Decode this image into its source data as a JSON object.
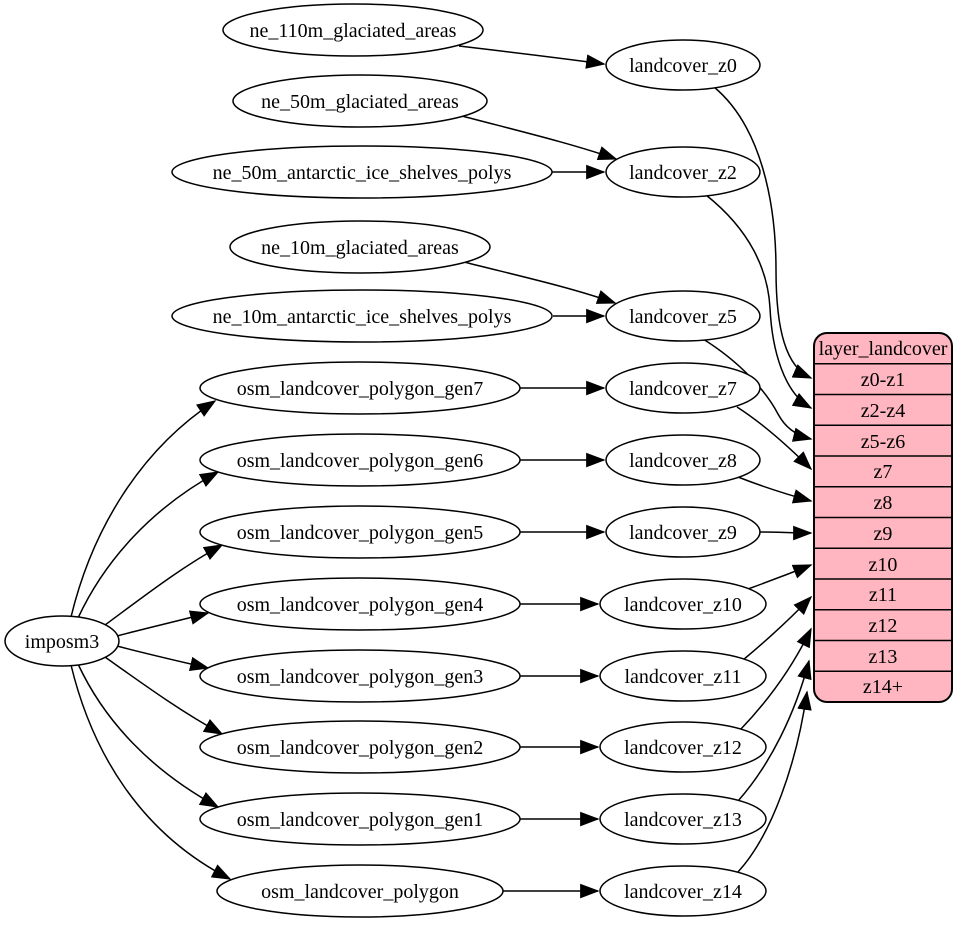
{
  "colors": {
    "background": "#ffffff",
    "node_fill": "#ffffff",
    "node_border": "#000000",
    "edge": "#000000",
    "text": "#000000",
    "table_fill": "#ffb6c1",
    "table_border": "#000000"
  },
  "graph": {
    "root": "imposm3",
    "sources": [
      "ne_110m_glaciated_areas",
      "ne_50m_glaciated_areas",
      "ne_50m_antarctic_ice_shelves_polys",
      "ne_10m_glaciated_areas",
      "ne_10m_antarctic_ice_shelves_polys",
      "osm_landcover_polygon_gen7",
      "osm_landcover_polygon_gen6",
      "osm_landcover_polygon_gen5",
      "osm_landcover_polygon_gen4",
      "osm_landcover_polygon_gen3",
      "osm_landcover_polygon_gen2",
      "osm_landcover_polygon_gen1",
      "osm_landcover_polygon"
    ],
    "stages": [
      "landcover_z0",
      "landcover_z2",
      "landcover_z5",
      "landcover_z7",
      "landcover_z8",
      "landcover_z9",
      "landcover_z10",
      "landcover_z11",
      "landcover_z12",
      "landcover_z13",
      "landcover_z14"
    ],
    "table": {
      "title": "layer_landcover",
      "rows": [
        "z0-z1",
        "z2-z4",
        "z5-z6",
        "z7",
        "z8",
        "z9",
        "z10",
        "z11",
        "z12",
        "z13",
        "z14+"
      ]
    },
    "edges": [
      {
        "from": "ne_110m_glaciated_areas",
        "to": "landcover_z0"
      },
      {
        "from": "ne_50m_glaciated_areas",
        "to": "landcover_z2"
      },
      {
        "from": "ne_50m_antarctic_ice_shelves_polys",
        "to": "landcover_z2"
      },
      {
        "from": "ne_10m_glaciated_areas",
        "to": "landcover_z5"
      },
      {
        "from": "ne_10m_antarctic_ice_shelves_polys",
        "to": "landcover_z5"
      },
      {
        "from": "imposm3",
        "to": "osm_landcover_polygon_gen7"
      },
      {
        "from": "imposm3",
        "to": "osm_landcover_polygon_gen6"
      },
      {
        "from": "imposm3",
        "to": "osm_landcover_polygon_gen5"
      },
      {
        "from": "imposm3",
        "to": "osm_landcover_polygon_gen4"
      },
      {
        "from": "imposm3",
        "to": "osm_landcover_polygon_gen3"
      },
      {
        "from": "imposm3",
        "to": "osm_landcover_polygon_gen2"
      },
      {
        "from": "imposm3",
        "to": "osm_landcover_polygon_gen1"
      },
      {
        "from": "imposm3",
        "to": "osm_landcover_polygon"
      },
      {
        "from": "osm_landcover_polygon_gen7",
        "to": "landcover_z7"
      },
      {
        "from": "osm_landcover_polygon_gen6",
        "to": "landcover_z8"
      },
      {
        "from": "osm_landcover_polygon_gen5",
        "to": "landcover_z9"
      },
      {
        "from": "osm_landcover_polygon_gen4",
        "to": "landcover_z10"
      },
      {
        "from": "osm_landcover_polygon_gen3",
        "to": "landcover_z11"
      },
      {
        "from": "osm_landcover_polygon_gen2",
        "to": "landcover_z12"
      },
      {
        "from": "osm_landcover_polygon_gen1",
        "to": "landcover_z13"
      },
      {
        "from": "osm_landcover_polygon",
        "to": "landcover_z14"
      },
      {
        "from": "landcover_z0",
        "to": "layer_landcover:z0-z1"
      },
      {
        "from": "landcover_z2",
        "to": "layer_landcover:z2-z4"
      },
      {
        "from": "landcover_z5",
        "to": "layer_landcover:z5-z6"
      },
      {
        "from": "landcover_z7",
        "to": "layer_landcover:z7"
      },
      {
        "from": "landcover_z8",
        "to": "layer_landcover:z8"
      },
      {
        "from": "landcover_z9",
        "to": "layer_landcover:z9"
      },
      {
        "from": "landcover_z10",
        "to": "layer_landcover:z10"
      },
      {
        "from": "landcover_z11",
        "to": "layer_landcover:z11"
      },
      {
        "from": "landcover_z12",
        "to": "layer_landcover:z12"
      },
      {
        "from": "landcover_z13",
        "to": "layer_landcover:z13"
      },
      {
        "from": "landcover_z14",
        "to": "layer_landcover:z14+"
      }
    ]
  }
}
